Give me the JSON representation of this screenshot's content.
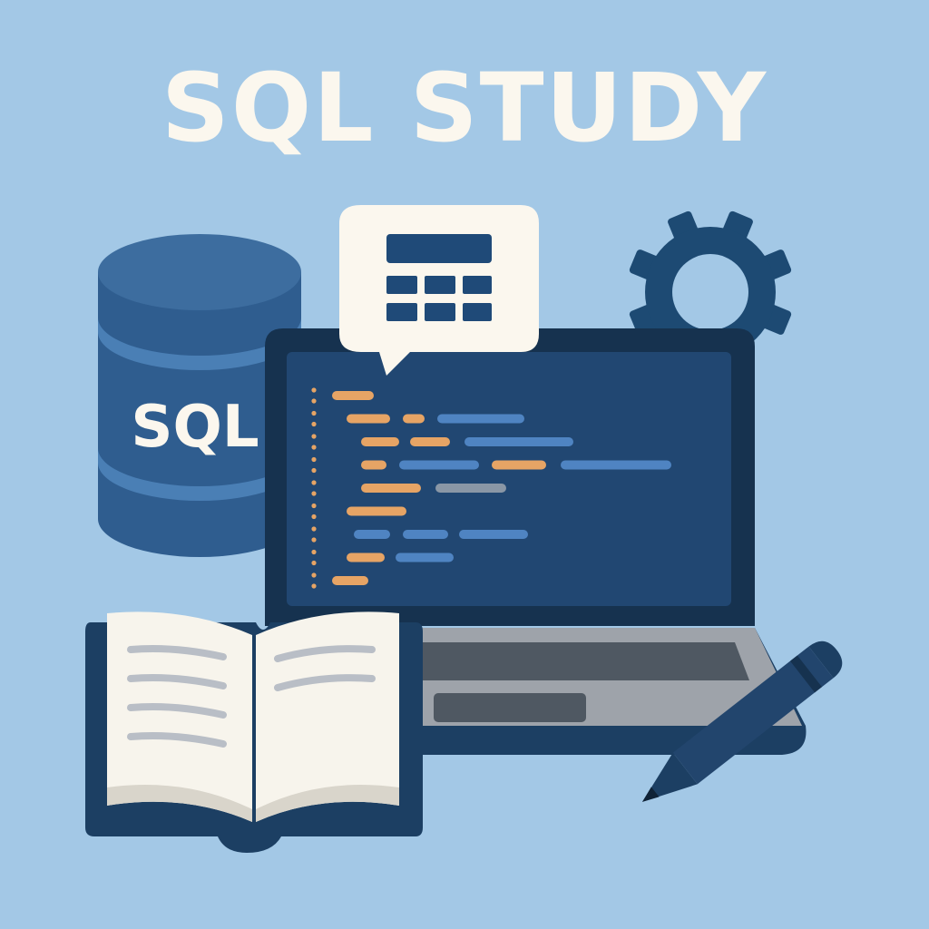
{
  "title": "SQL STUDY",
  "database": {
    "label": "SQL",
    "icon": "database-cylinder-icon"
  },
  "icons": {
    "speech_bubble": "table-grid-speech-bubble-icon",
    "gear": "gear-icon",
    "laptop": "laptop-icon",
    "book": "open-book-icon",
    "pencil": "pencil-icon"
  },
  "code_editor": {
    "line_count": 9
  },
  "colors": {
    "background": "#a3c8e6",
    "title_text": "#fbf7ee",
    "navy": "#1c3f63",
    "blue": "#2f5d8f",
    "screen": "#214772",
    "code_orange": "#e6a465",
    "code_blue": "#4f84c2",
    "code_gray": "#8a97a6",
    "paper": "#f7f4ec",
    "laptop_base": "#9ea3aa"
  }
}
